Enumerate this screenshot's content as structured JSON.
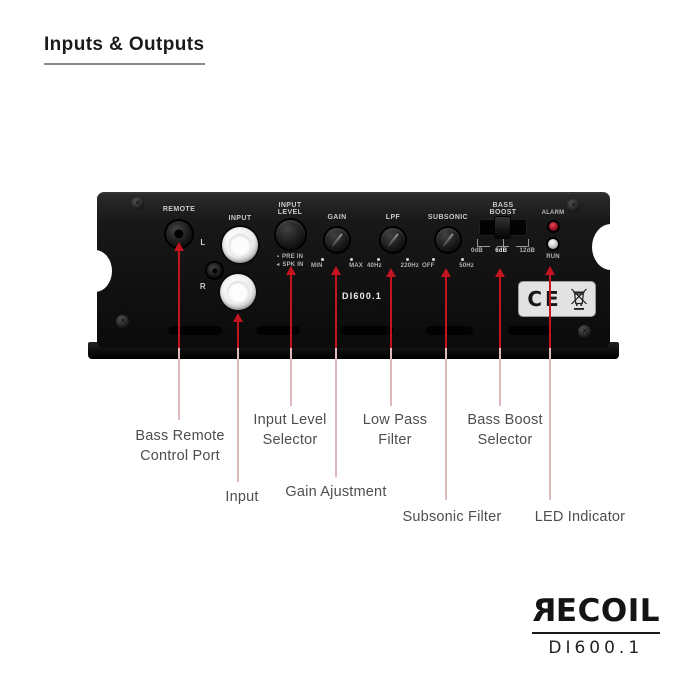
{
  "title": "Inputs & Outputs",
  "amp": {
    "remote_label": "REMOTE",
    "input_label": "INPUT",
    "channel_left": "L",
    "channel_right": "R",
    "input_level": {
      "label": "INPUT LEVEL",
      "options": [
        "PRE IN",
        "SPK IN"
      ]
    },
    "gain": {
      "label": "GAIN",
      "min": "MIN",
      "max": "MAX"
    },
    "lpf": {
      "label": "LPF",
      "min": "40Hz",
      "max": "220Hz"
    },
    "subsonic": {
      "label": "SUBSONIC",
      "min": "OFF",
      "max": "50Hz"
    },
    "bass_boost": {
      "label": "BASS BOOST",
      "levels": [
        "0dB",
        "6dB",
        "12dB"
      ]
    },
    "alarm_label": "ALARM",
    "run_label": "RUN",
    "model": "DI600.1",
    "ce_mark": "CE"
  },
  "callouts": [
    {
      "label": "Bass Remote Control Port"
    },
    {
      "label": "Input"
    },
    {
      "label": "Input Level Selector"
    },
    {
      "label": "Gain Ajustment"
    },
    {
      "label": "Low Pass Filter"
    },
    {
      "label": "Subsonic Filter"
    },
    {
      "label": "Bass Boost Selector"
    },
    {
      "label": "LED Indicator"
    }
  ],
  "brand": {
    "name": "RECOIL",
    "name_tail": "ECOIL",
    "name_head": "R",
    "model": "DI600.1"
  },
  "colors": {
    "arrow_red": "#c41420",
    "leader_pink": "#dfb8bb",
    "alarm_led": "#a01622",
    "run_led": "#cfcfcf",
    "panel_black": "#101010"
  },
  "icons": {
    "screw": "✕",
    "pre_in": "▪",
    "spk_in": "◂"
  }
}
